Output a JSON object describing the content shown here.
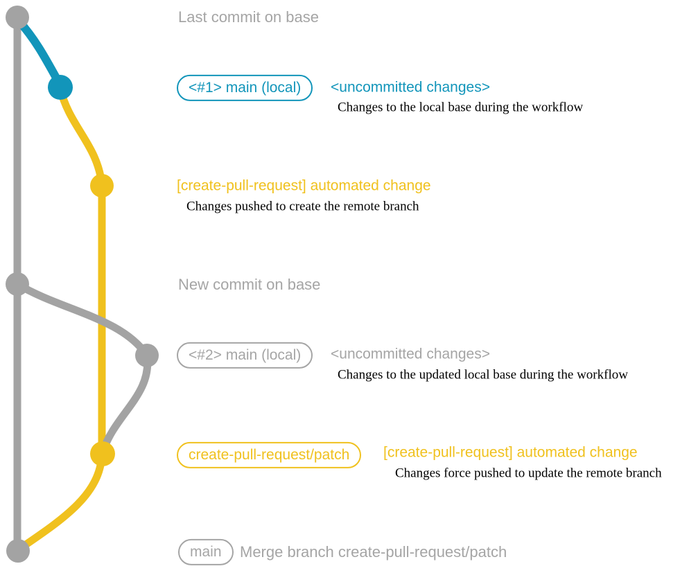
{
  "diagram_title": "create-pull-request git workflow graph",
  "colors": {
    "base_branch_gray": "#a3a3a3",
    "local_main_teal": "#1295ba",
    "pr_branch_yellow": "#f0c11e",
    "heading_gray": "#a5a5a5",
    "description_black": "#000000",
    "background": "#ffffff"
  },
  "graph": {
    "branches": [
      {
        "name": "base-branch",
        "color": "#a3a3a3"
      },
      {
        "name": "local-main-branch",
        "color": "#1295ba"
      },
      {
        "name": "create-pull-request-patch-branch",
        "color": "#f0c11e"
      }
    ],
    "commit_nodes": [
      {
        "name": "last-commit-on-base",
        "color": "gray"
      },
      {
        "name": "local-main-1-commit",
        "color": "teal"
      },
      {
        "name": "automated-change-commit-1",
        "color": "yellow"
      },
      {
        "name": "new-commit-on-base",
        "color": "gray"
      },
      {
        "name": "local-main-2-commit",
        "color": "gray"
      },
      {
        "name": "automated-change-commit-2",
        "color": "yellow"
      },
      {
        "name": "merge-commit",
        "color": "gray"
      }
    ]
  },
  "rows": {
    "r1": {
      "heading": "Last commit on base"
    },
    "r2": {
      "badge": "<#1> main (local)",
      "header": "<uncommitted changes>",
      "desc": "Changes to the local base during the workflow"
    },
    "r3": {
      "header": "[create-pull-request] automated change",
      "desc": "Changes pushed to create the remote branch"
    },
    "r4": {
      "heading": "New commit on base"
    },
    "r5": {
      "badge": "<#2> main (local)",
      "header": "<uncommitted changes>",
      "desc": "Changes to the updated local base during the workflow"
    },
    "r6": {
      "badge": "create-pull-request/patch",
      "header": "[create-pull-request] automated change",
      "desc": "Changes force pushed to update the remote branch"
    },
    "r7": {
      "badge": "main",
      "heading": "Merge branch create-pull-request/patch"
    }
  }
}
